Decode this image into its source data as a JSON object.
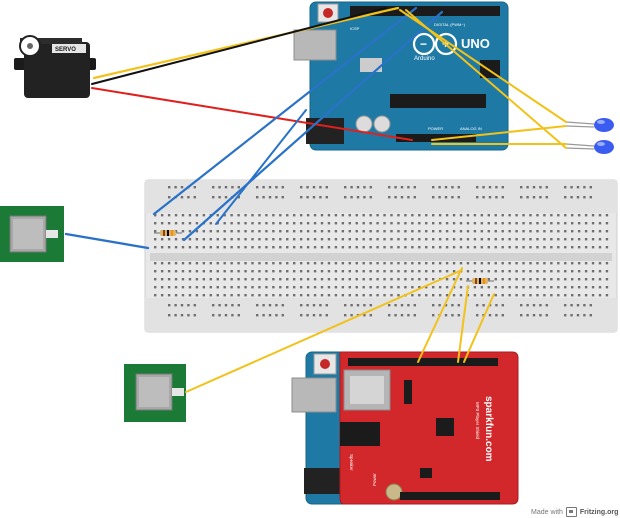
{
  "colors": {
    "arduino_board": "#1e7aa5",
    "arduino_dark": "#15607f",
    "shield_board": "#d3282b",
    "sensor_board": "#1a7a36",
    "breadboard": "#e6e6e6",
    "wire_yellow": "#f2c21a",
    "wire_black": "#111111",
    "wire_red": "#e0201c",
    "wire_blue": "#2a72c8",
    "led_blue": "#3a5cf0"
  },
  "components": {
    "servo": {
      "label": "SERVO",
      "icon": "servo-motor-icon"
    },
    "arduino_top": {
      "brand": "UNO",
      "maker": "Arduino",
      "reset_label": "ICSP",
      "digital_header": "DIGITAL (PWM~)",
      "power_header": "POWER",
      "analog_header": "ANALOG IN"
    },
    "shield": {
      "brand": "sparkfun.com",
      "subtitle": "MP3 Player Shield",
      "speaker_label": "Speaker",
      "power_label": "Power"
    },
    "fsr_left": {
      "icon": "force-sensor-icon"
    },
    "fsr_bottom": {
      "icon": "force-sensor-icon"
    },
    "leds": {
      "icon": "led-icon",
      "count": 2
    },
    "resistors": {
      "icon": "resistor-icon",
      "count": 2
    }
  },
  "footer": {
    "made_with": "Made with",
    "brand": "Fritzing.org"
  }
}
